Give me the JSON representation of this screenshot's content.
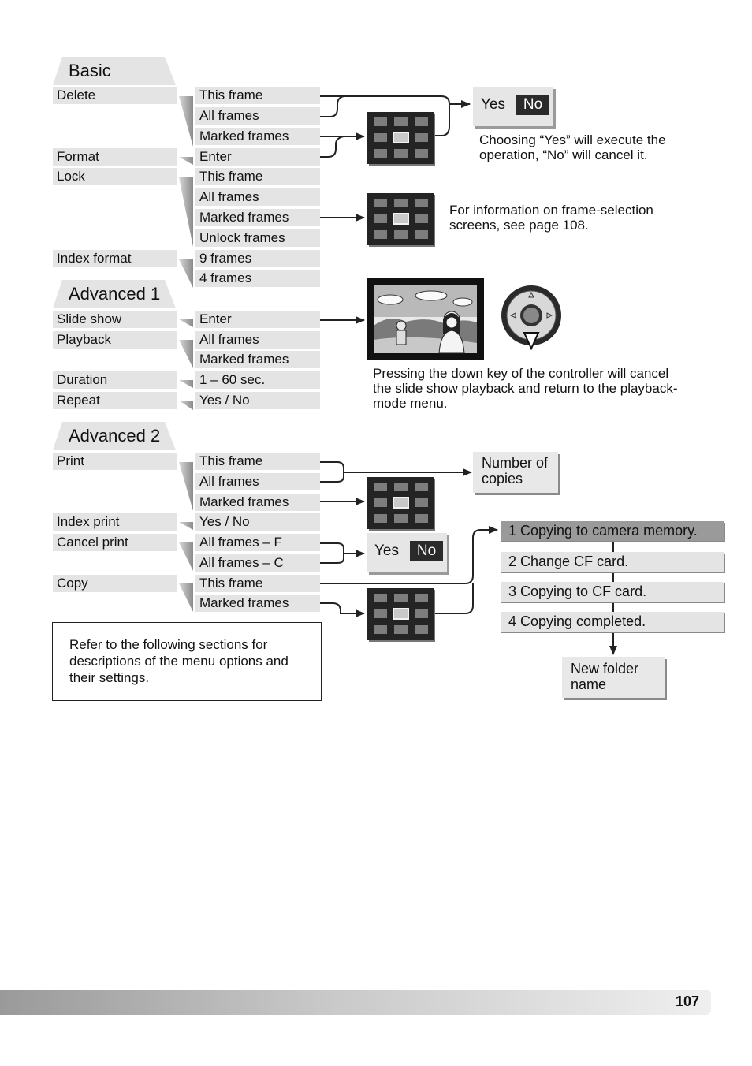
{
  "sections": {
    "basic": "Basic",
    "advanced1": "Advanced 1",
    "advanced2": "Advanced 2"
  },
  "menu": {
    "delete": "Delete",
    "format": "Format",
    "lock": "Lock",
    "index_format": "Index format",
    "slide_show": "Slide show",
    "playback": "Playback",
    "duration": "Duration",
    "repeat": "Repeat",
    "print": "Print",
    "index_print": "Index print",
    "cancel_print": "Cancel print",
    "copy": "Copy"
  },
  "options": {
    "delete": [
      "This frame",
      "All frames",
      "Marked frames"
    ],
    "format": "Enter",
    "lock": [
      "This frame",
      "All frames",
      "Marked frames",
      "Unlock frames"
    ],
    "index_format": [
      "9 frames",
      "4 frames"
    ],
    "slide_show": "Enter",
    "playback": [
      "All frames",
      "Marked frames"
    ],
    "duration": "1 – 60 sec.",
    "repeat": "Yes / No",
    "print": [
      "This frame",
      "All frames",
      "Marked frames"
    ],
    "index_print": "Yes / No",
    "cancel_print": [
      "All frames – F",
      "All frames – C"
    ],
    "copy": [
      "This frame",
      "Marked frames"
    ]
  },
  "dialogs": {
    "yes": "Yes",
    "no": "No",
    "number_of_copies": "Number of copies",
    "new_folder_name": "New folder name"
  },
  "notes": {
    "yes_no": "Choosing “Yes” will execute the operation, “No” will cancel it.",
    "frame_selection": "For information on frame-selection screens, see page 108.",
    "slide_show": "Pressing the down key of the controller will cancel the slide show playback and return to the playback-mode menu.",
    "refer": "Refer to the following sections for descriptions of the menu options and their settings."
  },
  "copy_steps": [
    "1 Copying to camera memory.",
    "2 Change CF card.",
    "3 Copying to CF card.",
    "4 Copying completed."
  ],
  "page_number": "107"
}
